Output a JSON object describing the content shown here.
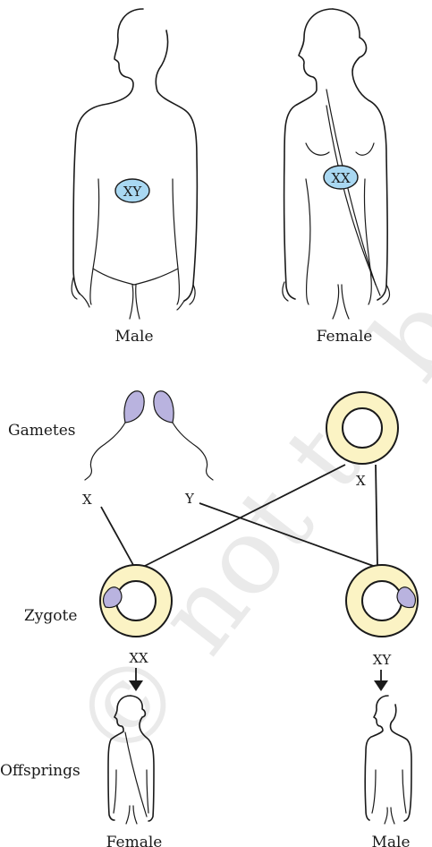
{
  "parents": {
    "male": {
      "label": "Male",
      "chromosomes": "XY"
    },
    "female": {
      "label": "Female",
      "chromosomes": "XX"
    }
  },
  "stages": {
    "gametes": "Gametes",
    "zygote": "Zygote",
    "offsprings": "Offsprings"
  },
  "gametes": {
    "sperm_x": "X",
    "sperm_y": "Y",
    "egg_x": "X"
  },
  "zygotes": {
    "left": "XX",
    "right": "XY"
  },
  "offspring": {
    "left": "Female",
    "right": "Male"
  },
  "colors": {
    "chromosome_fill": "#a9d8f2",
    "egg_fill": "#fbf3c4",
    "sperm_fill": "#b9b3df",
    "outline": "#1a1a1a"
  },
  "watermark": "© not to be republished"
}
